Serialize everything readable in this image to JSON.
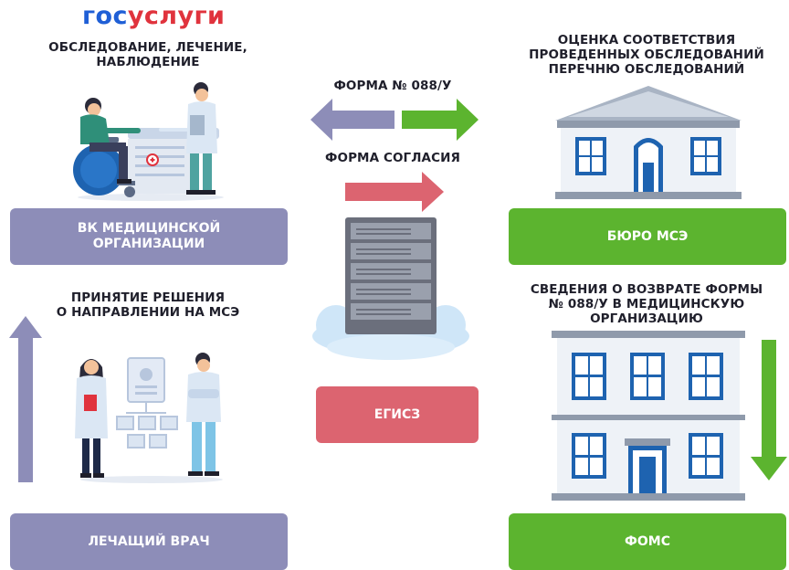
{
  "logo": {
    "part1": "гос",
    "part2": "услуги",
    "colors": {
      "part1": "#1f5fd6",
      "part2": "#e0333d"
    }
  },
  "left": {
    "top_caption": "ОБСЛЕДОВАНИЕ, ЛЕЧЕНИЕ,\nНАБЛЮДЕНИЕ",
    "vk_box": "ВК МЕДИЦИНСКОЙ\nОРГАНИЗАЦИИ",
    "decision_caption": "ПРИНЯТИЕ РЕШЕНИЯ\nО НАПРАВЛЕНИИ НА МСЭ",
    "doctor_box": "ЛЕЧАЩИЙ ВРАЧ"
  },
  "middle": {
    "form_088": "ФОРМА № 088/У",
    "consent_form": "ФОРМА СОГЛАСИЯ",
    "egisz_box": "ЕГИСЗ"
  },
  "right": {
    "assessment_caption": "ОЦЕНКА СООТВЕТСТВИЯ\nПРОВЕДЕННЫХ ОБСЛЕДОВАНИЙ\nПЕРЕЧНЮ ОБСЛЕДОВАНИЙ",
    "bureau_box": "БЮРО МСЭ",
    "return_caption": "СВЕДЕНИЯ О ВОЗВРАТЕ ФОРМЫ\n№ 088/У В МЕДИЦИНСКУЮ\nОРГАНИЗАЦИЮ",
    "foms_box": "ФОМС"
  },
  "colors": {
    "purple": "#8d8db8",
    "green": "#5cb42f",
    "red": "#dc6470",
    "building_blue": "#1e63b0",
    "text_dark": "#1f1f2b"
  }
}
